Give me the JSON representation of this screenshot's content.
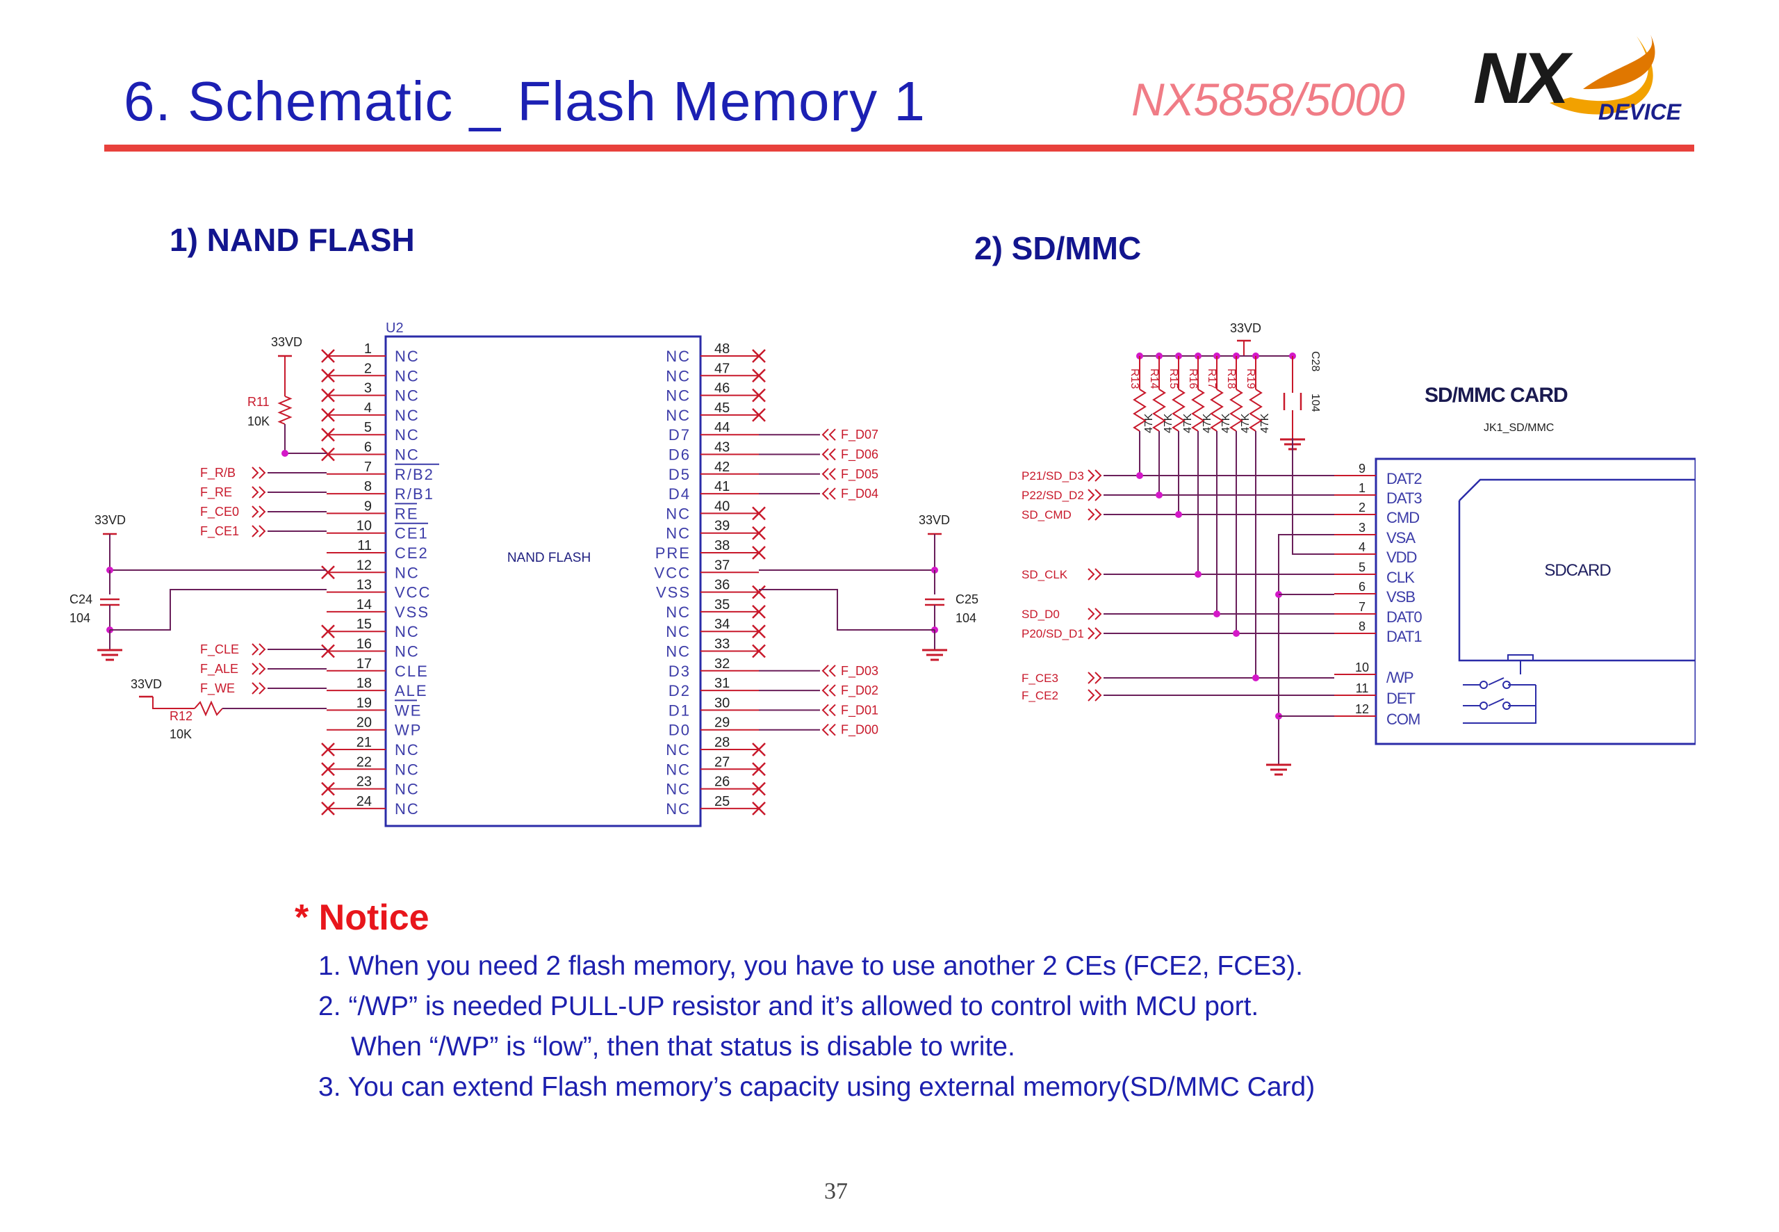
{
  "header": {
    "title": "6. Schematic _ Flash Memory 1",
    "model": "NX5858/5000",
    "logo_text": "NX",
    "logo_sub": "DEVICE"
  },
  "sections": {
    "nand": "1) NAND FLASH",
    "sd": "2) SD/MMC"
  },
  "nand": {
    "ref": "U2",
    "name": "NAND FLASH",
    "pins_left": [
      {
        "n": "1",
        "name": "NC"
      },
      {
        "n": "2",
        "name": "NC"
      },
      {
        "n": "3",
        "name": "NC"
      },
      {
        "n": "4",
        "name": "NC"
      },
      {
        "n": "5",
        "name": "NC"
      },
      {
        "n": "6",
        "name": "NC"
      },
      {
        "n": "7",
        "name": "R/B2"
      },
      {
        "n": "8",
        "name": "R/B1"
      },
      {
        "n": "9",
        "name": "RE"
      },
      {
        "n": "10",
        "name": "CE1"
      },
      {
        "n": "11",
        "name": "CE2"
      },
      {
        "n": "12",
        "name": "NC"
      },
      {
        "n": "13",
        "name": "VCC"
      },
      {
        "n": "14",
        "name": "VSS"
      },
      {
        "n": "15",
        "name": "NC"
      },
      {
        "n": "16",
        "name": "NC"
      },
      {
        "n": "17",
        "name": "CLE"
      },
      {
        "n": "18",
        "name": "ALE"
      },
      {
        "n": "19",
        "name": "WE"
      },
      {
        "n": "20",
        "name": "WP"
      },
      {
        "n": "21",
        "name": "NC"
      },
      {
        "n": "22",
        "name": "NC"
      },
      {
        "n": "23",
        "name": "NC"
      },
      {
        "n": "24",
        "name": "NC"
      }
    ],
    "pins_right": [
      {
        "n": "48",
        "name": "NC"
      },
      {
        "n": "47",
        "name": "NC"
      },
      {
        "n": "46",
        "name": "NC"
      },
      {
        "n": "45",
        "name": "NC"
      },
      {
        "n": "44",
        "name": "D7"
      },
      {
        "n": "43",
        "name": "D6"
      },
      {
        "n": "42",
        "name": "D5"
      },
      {
        "n": "41",
        "name": "D4"
      },
      {
        "n": "40",
        "name": "NC"
      },
      {
        "n": "39",
        "name": "NC"
      },
      {
        "n": "38",
        "name": "PRE"
      },
      {
        "n": "37",
        "name": "VCC"
      },
      {
        "n": "36",
        "name": "VSS"
      },
      {
        "n": "35",
        "name": "NC"
      },
      {
        "n": "34",
        "name": "NC"
      },
      {
        "n": "33",
        "name": "NC"
      },
      {
        "n": "32",
        "name": "D3"
      },
      {
        "n": "31",
        "name": "D2"
      },
      {
        "n": "30",
        "name": "D1"
      },
      {
        "n": "29",
        "name": "D0"
      },
      {
        "n": "28",
        "name": "NC"
      },
      {
        "n": "27",
        "name": "NC"
      },
      {
        "n": "26",
        "name": "NC"
      },
      {
        "n": "25",
        "name": "NC"
      }
    ],
    "left_signals": [
      "F_R/B",
      "F_RE",
      "F_CE0",
      "F_CE1",
      "F_CLE",
      "F_ALE",
      "F_WE"
    ],
    "right_signals": [
      "F_D07",
      "F_D06",
      "F_D05",
      "F_D04",
      "F_D03",
      "F_D02",
      "F_D01",
      "F_D00"
    ],
    "supply": "33VD",
    "r11": {
      "ref": "R11",
      "value": "10K"
    },
    "r12": {
      "ref": "R12",
      "value": "10K"
    },
    "c24": {
      "ref": "C24",
      "value": "104"
    },
    "c25": {
      "ref": "C25",
      "value": "104"
    }
  },
  "sd": {
    "supply": "33VD",
    "resistors": [
      "R13",
      "R14",
      "R15",
      "R16",
      "R17",
      "R18",
      "R19"
    ],
    "res_value": "47K",
    "cap": {
      "ref": "C28",
      "value": "104"
    },
    "card_title": "SD/MMC CARD",
    "card_ref": "JK1_SD/MMC",
    "card_body": "SDCARD",
    "signals": [
      "P21/SD_D3",
      "P22/SD_D2",
      "SD_CMD",
      "SD_CLK",
      "SD_D0",
      "P20/SD_D1",
      "F_CE3",
      "F_CE2"
    ],
    "pins": [
      {
        "n": "9",
        "name": "DAT2"
      },
      {
        "n": "1",
        "name": "DAT3"
      },
      {
        "n": "2",
        "name": "CMD"
      },
      {
        "n": "3",
        "name": "VSA"
      },
      {
        "n": "4",
        "name": "VDD"
      },
      {
        "n": "5",
        "name": "CLK"
      },
      {
        "n": "6",
        "name": "VSB"
      },
      {
        "n": "7",
        "name": "DAT0"
      },
      {
        "n": "8",
        "name": "DAT1"
      },
      {
        "n": "10",
        "name": "/WP"
      },
      {
        "n": "11",
        "name": "DET"
      },
      {
        "n": "12",
        "name": "COM"
      }
    ]
  },
  "notice": {
    "title": "* Notice",
    "items": [
      "1. When you need 2 flash memory, you have to use another 2 CEs (FCE2, FCE3).",
      "2. “/WP” is needed PULL-UP resistor and it’s allowed to control with MCU port.",
      "When “/WP” is “low”, then that status is disable to write.",
      "3. You can extend Flash memory’s capacity using external memory(SD/MMC Card)"
    ]
  },
  "page_number": "37",
  "colors": {
    "title": "#1c20b3",
    "accent": "#e8413c",
    "wire": "#c8192b",
    "net": "#6a1f5a",
    "pin": "#3c3ca8",
    "junction": "#d418c8"
  }
}
